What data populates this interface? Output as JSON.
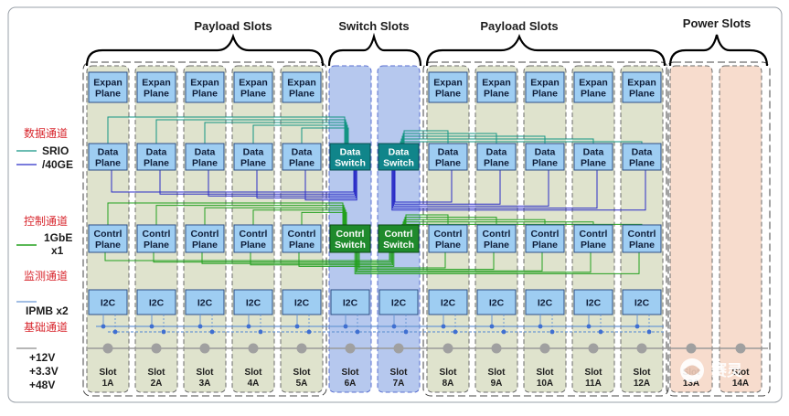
{
  "groups": {
    "payload_left": "Payload Slots",
    "switch": "Switch Slots",
    "payload_right": "Payload Slots",
    "power": "Power Slots"
  },
  "legend": {
    "data_title": "数据通道",
    "srio": "SRIO",
    "forty_ge": "/40GE",
    "ctrl_title": "控制通道",
    "gbe": "1GbE",
    "gbe_x1": "x1",
    "mon_title": "监测通道",
    "ipmb": "IPMB x2",
    "base_title": "基础通道",
    "v12": "+12V",
    "v33": "+3.3V",
    "v48": "+48V"
  },
  "modules": {
    "expan": [
      "Expan",
      "Plane"
    ],
    "data": [
      "Data",
      "Plane"
    ],
    "contrl": [
      "Contrl",
      "Plane"
    ],
    "data_switch": [
      "Data",
      "Switch"
    ],
    "contrl_switch": [
      "Contrl",
      "Switch"
    ],
    "i2c": "I2C"
  },
  "slots": [
    {
      "id": "1A",
      "label": "Slot",
      "num": "1A",
      "type": "payload"
    },
    {
      "id": "2A",
      "label": "Slot",
      "num": "2A",
      "type": "payload"
    },
    {
      "id": "3A",
      "label": "Slot",
      "num": "3A",
      "type": "payload"
    },
    {
      "id": "4A",
      "label": "Slot",
      "num": "4A",
      "type": "payload"
    },
    {
      "id": "5A",
      "label": "Slot",
      "num": "5A",
      "type": "payload"
    },
    {
      "id": "6A",
      "label": "Slot",
      "num": "6A",
      "type": "switch"
    },
    {
      "id": "7A",
      "label": "Slot",
      "num": "7A",
      "type": "switch"
    },
    {
      "id": "8A",
      "label": "Slot",
      "num": "8A",
      "type": "payload"
    },
    {
      "id": "9A",
      "label": "Slot",
      "num": "9A",
      "type": "payload"
    },
    {
      "id": "10A",
      "label": "Slot",
      "num": "10A",
      "type": "payload"
    },
    {
      "id": "11A",
      "label": "Slot",
      "num": "11A",
      "type": "payload"
    },
    {
      "id": "12A",
      "label": "Slot",
      "num": "12A",
      "type": "payload"
    },
    {
      "id": "13A",
      "label": "Slot",
      "num": "13A",
      "type": "power"
    },
    {
      "id": "14A",
      "label": "Slot",
      "num": "14A",
      "type": "power"
    }
  ],
  "watermark": "赛灵",
  "colors": {
    "payload_fill": "#dfe3cd",
    "switch_fill": "#b6c8ee",
    "power_fill": "#f7dccd",
    "module_fill": "#9ecdf2",
    "data_switch_fill": "#10858a",
    "contrl_switch_fill": "#1f8a2c",
    "srio_line": "#139483",
    "ge40_line": "#2b2dc7",
    "gbe_line": "#23a01e",
    "ipmb_line": "#6a97d4",
    "legend_red": "#d8262d"
  }
}
